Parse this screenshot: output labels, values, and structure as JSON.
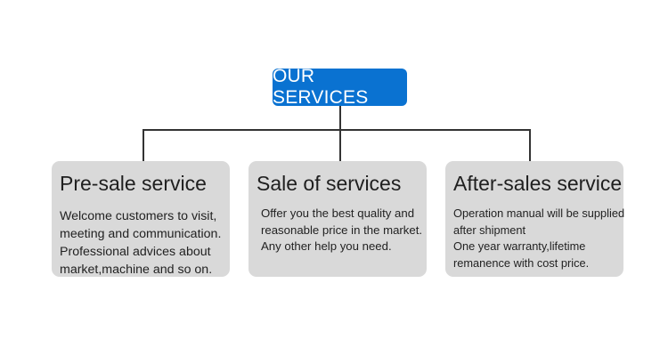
{
  "colors": {
    "root_fill": "#0a72d1",
    "card_fill": "#d9d9d9",
    "connector": "#333333"
  },
  "root": {
    "label": "OUR SERVICES"
  },
  "cards": [
    {
      "title": "Pre-sale service",
      "lines": [
        "Welcome customers to visit,",
        "meeting and communication.",
        "Professional advices about",
        "market,machine and so on."
      ]
    },
    {
      "title": "Sale of services",
      "lines": [
        "Offer you the best  quality and",
        "reasonable price in the market.",
        "Any other help you need."
      ]
    },
    {
      "title": "After-sales service",
      "lines": [
        "Operation manual will be supplied",
        "after shipment",
        "One year warranty,lifetime",
        "remanence with cost price."
      ]
    }
  ]
}
